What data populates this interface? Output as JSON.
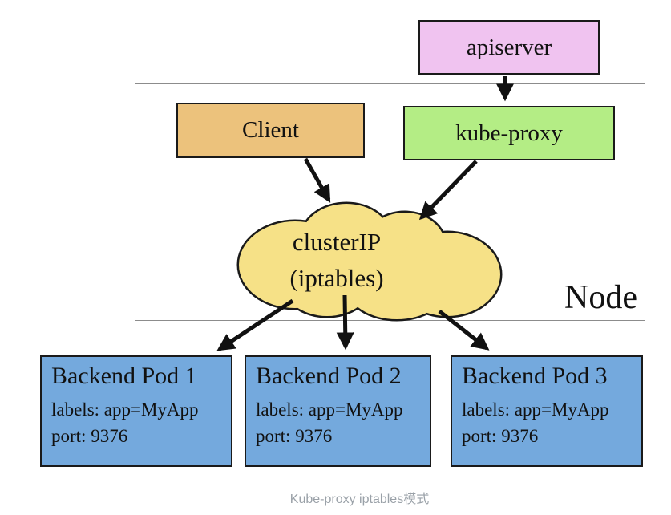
{
  "diagram": {
    "apiserver": {
      "label": "apiserver"
    },
    "client": {
      "label": "Client"
    },
    "kube_proxy": {
      "label": "kube-proxy"
    },
    "cluster_ip": {
      "line1": "clusterIP",
      "line2": "(iptables)"
    },
    "node": {
      "label": "Node"
    },
    "pods": [
      {
        "title": "Backend Pod 1",
        "labels": "labels: app=MyApp",
        "port": "port: 9376"
      },
      {
        "title": "Backend Pod 2",
        "labels": "labels: app=MyApp",
        "port": "port: 9376"
      },
      {
        "title": "Backend Pod 3",
        "labels": "labels: app=MyApp",
        "port": "port: 9376"
      }
    ],
    "edges": [
      {
        "from": "apiserver",
        "to": "kube-proxy"
      },
      {
        "from": "Client",
        "to": "clusterIP (iptables)"
      },
      {
        "from": "kube-proxy",
        "to": "clusterIP (iptables)"
      },
      {
        "from": "clusterIP (iptables)",
        "to": "Backend Pod 1"
      },
      {
        "from": "clusterIP (iptables)",
        "to": "Backend Pod 2"
      },
      {
        "from": "clusterIP (iptables)",
        "to": "Backend Pod 3"
      }
    ]
  },
  "caption": "Kube-proxy iptables模式",
  "colors": {
    "apiserver_fill": "#f0c3f0",
    "client_fill": "#ecc27c",
    "kube_proxy_fill": "#b4ed85",
    "cloud_fill": "#f6e187",
    "pod_fill": "#74a9dd",
    "box_border": "#1a1a1a",
    "node_border": "#8c8c8c",
    "arrow": "#111111",
    "caption_text": "#9aa1a8"
  }
}
